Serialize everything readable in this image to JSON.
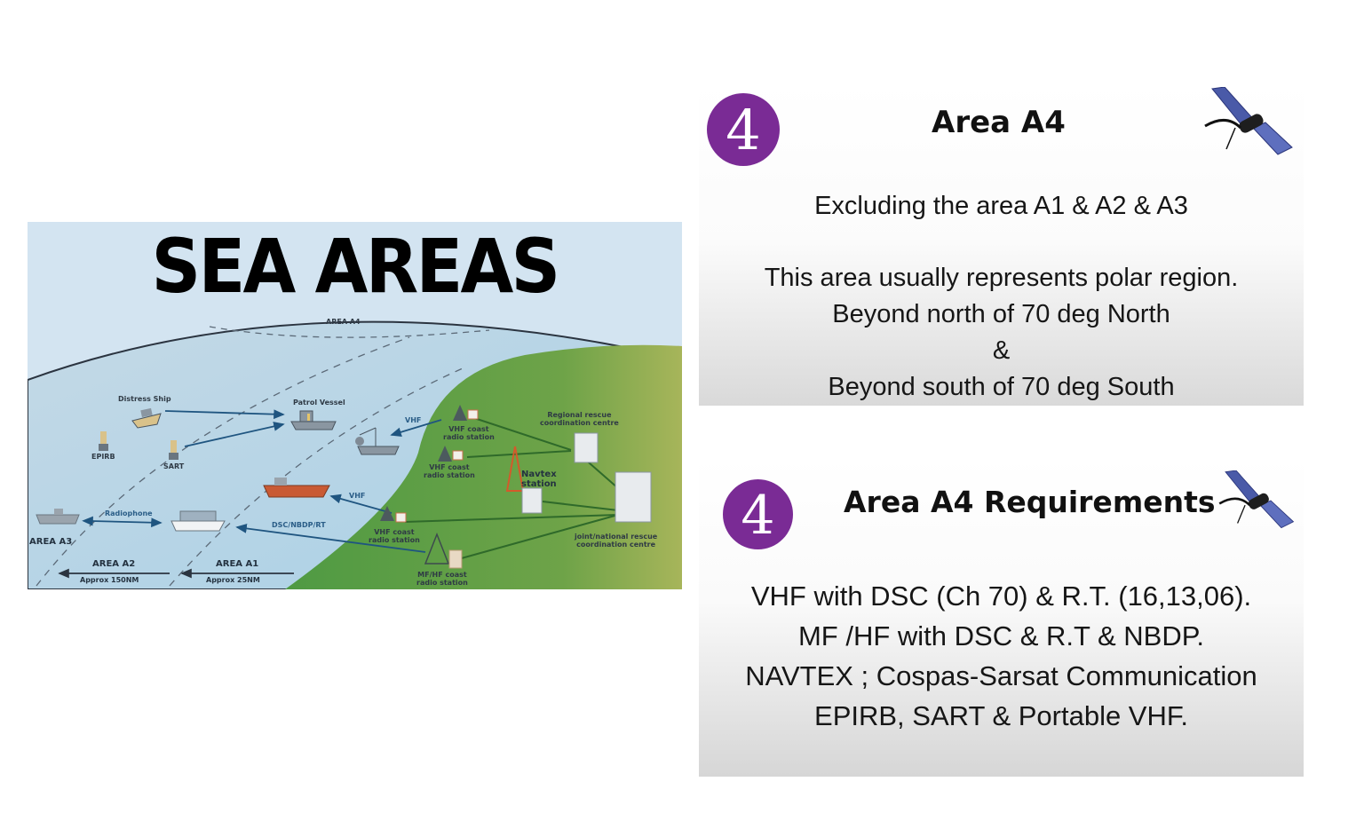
{
  "diagram": {
    "title": "SEA AREAS",
    "labels": {
      "area_a4": "AREA A4",
      "area_a3": "AREA A3",
      "area_a2": "AREA A2",
      "area_a1": "AREA A1",
      "approx_a2": "Approx 150NM",
      "approx_a1": "Approx 25NM",
      "distress_ship": "Distress Ship",
      "patrol_vessel": "Patrol Vessel",
      "epirb": "EPIRB",
      "sart": "SART",
      "radiophone": "Radiophone",
      "dsc_nbdp_rt": "DSC/NBDP/RT",
      "vhf_upper": "VHF",
      "vhf_lower": "VHF",
      "vhf_coast_1": "VHF coast\nradio station",
      "vhf_coast_2": "VHF coast\nradio station",
      "vhf_coast_3": "VHF coast\nradio station",
      "mfhf_coast": "MF/HF coast\nradio station",
      "navtex": "Navtex\nstation",
      "regional_rcc": "Regional rescue\ncoordination centre",
      "national_rcc": "joint/national rescue\ncoordination centre"
    },
    "colors": {
      "sky": "#d3e4f1",
      "sea": "#b9d6e6",
      "land": "#5d9a45",
      "arrow": "#1f5580",
      "ship_red": "#c95a34"
    }
  },
  "slide1": {
    "badge_number": "4",
    "title": "Area A4",
    "icon": "satellite-icon",
    "lines": [
      "Excluding the area A1 & A2 & A3",
      "",
      "This area usually represents polar region.",
      "Beyond north of 70 deg North",
      "&",
      "Beyond south of 70 deg South"
    ]
  },
  "slide2": {
    "badge_number": "4",
    "title": "Area A4 Requirements",
    "icon": "satellite-icon",
    "lines": [
      "VHF with DSC (Ch 70) & R.T. (16,13,06).",
      "MF /HF with DSC & R.T & NBDP.",
      "NAVTEX ; Cospas-Sarsat Communication",
      "EPIRB, SART & Portable VHF."
    ]
  },
  "accent_color": "#7a2b95"
}
